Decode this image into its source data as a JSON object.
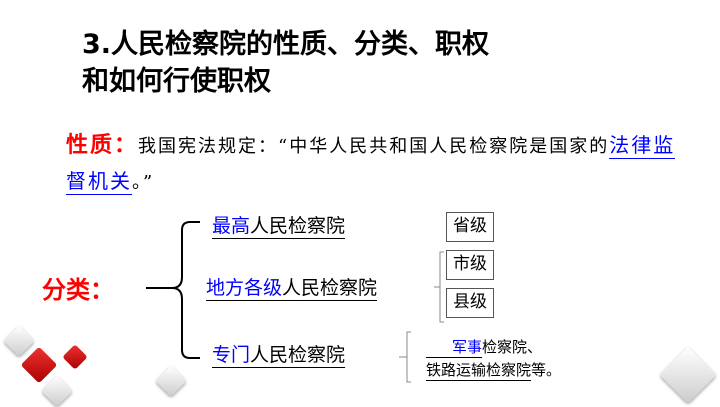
{
  "title": {
    "line1": "3.人民检察院的性质、分类、职权",
    "line2": "和如何行使职权"
  },
  "nature": {
    "label": "性质：",
    "text1": "我国宪法规定：“中华人民共和国人民检察院是国家的",
    "highlight": "法律监督机关",
    "text2": "。”"
  },
  "classification": {
    "label": "分类：",
    "supreme": {
      "hl": "最高",
      "rest": "人民检察院"
    },
    "local": {
      "hl": "地方各级",
      "rest": "人民检察院",
      "levels": [
        "省级",
        "市级",
        "县级"
      ]
    },
    "special": {
      "hl": "专门",
      "rest": "人民检察院",
      "ex_hl": "军事",
      "ex1": "检察院、",
      "ex2": "铁路运输检察院",
      "ex3": "等。"
    }
  }
}
